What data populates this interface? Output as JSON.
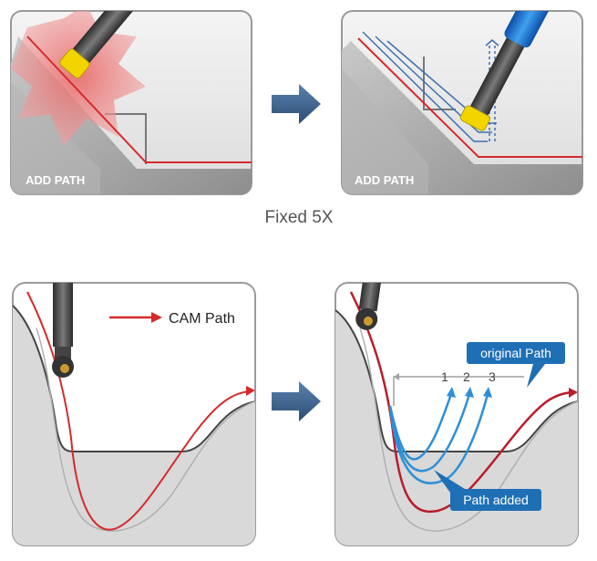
{
  "top": {
    "left_panel": {
      "label": "ADD PATH"
    },
    "right_panel": {
      "label": "ADD PATH"
    },
    "caption": "Fixed 5X"
  },
  "bottom": {
    "left_panel": {
      "legend_label": "CAM Path"
    },
    "right_panel": {
      "callout_original": "original Path",
      "callout_added": "Path added",
      "path_numbers": [
        "1",
        "2",
        "3"
      ]
    }
  },
  "colors": {
    "cam_path": "#d62a2a",
    "added_path": "#2f8fd6",
    "arrow": "#3f5f85",
    "callout_bg": "#1f6fb5",
    "tool_tip": "#f2d500"
  }
}
